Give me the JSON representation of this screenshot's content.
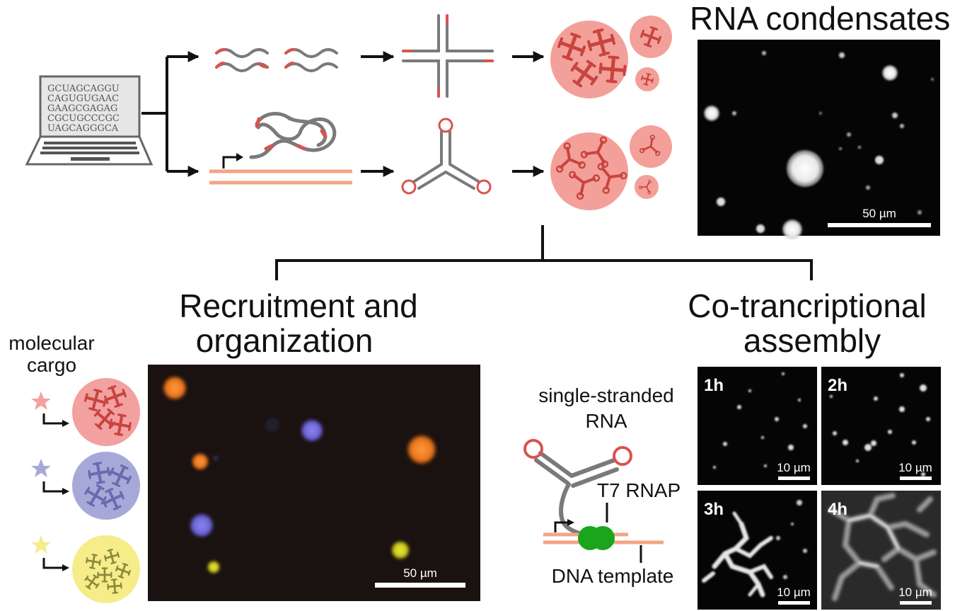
{
  "sequence_lines": [
    "GCUAGCAGGU",
    "CAGUGUGAAC",
    "GAAGCGAGAG",
    "CGCUGCCCGC",
    "UAGCAGGGCA"
  ],
  "titles": {
    "rna_condensates": "RNA condensates",
    "recruitment_line1": "Recruitment and",
    "recruitment_line2": "organization",
    "cotrans_line1": "Co-trancriptional",
    "cotrans_line2": "assembly"
  },
  "labels": {
    "molecular_line1": "molecular",
    "molecular_line2": "cargo",
    "ssrna_line1": "single-stranded",
    "ssrna_line2": "RNA",
    "t7": "T7 RNAP",
    "dna": "DNA template"
  },
  "scalebars": {
    "main": "50 µm",
    "recruit": "50 µm",
    "small": "10 µm"
  },
  "timepoints": [
    "1h",
    "2h",
    "3h",
    "4h"
  ],
  "colors": {
    "rna_gray": "#7a7a7a",
    "sticky_red": "#d9534f",
    "droplet_pink": "#f4a09a",
    "dna_orange": "#f4a484",
    "cargo_red": "#f3a0a0",
    "cargo_blue": "#a6a9d8",
    "cargo_yellow": "#f6ec8a",
    "polymerase_green": "#1aa51a"
  }
}
